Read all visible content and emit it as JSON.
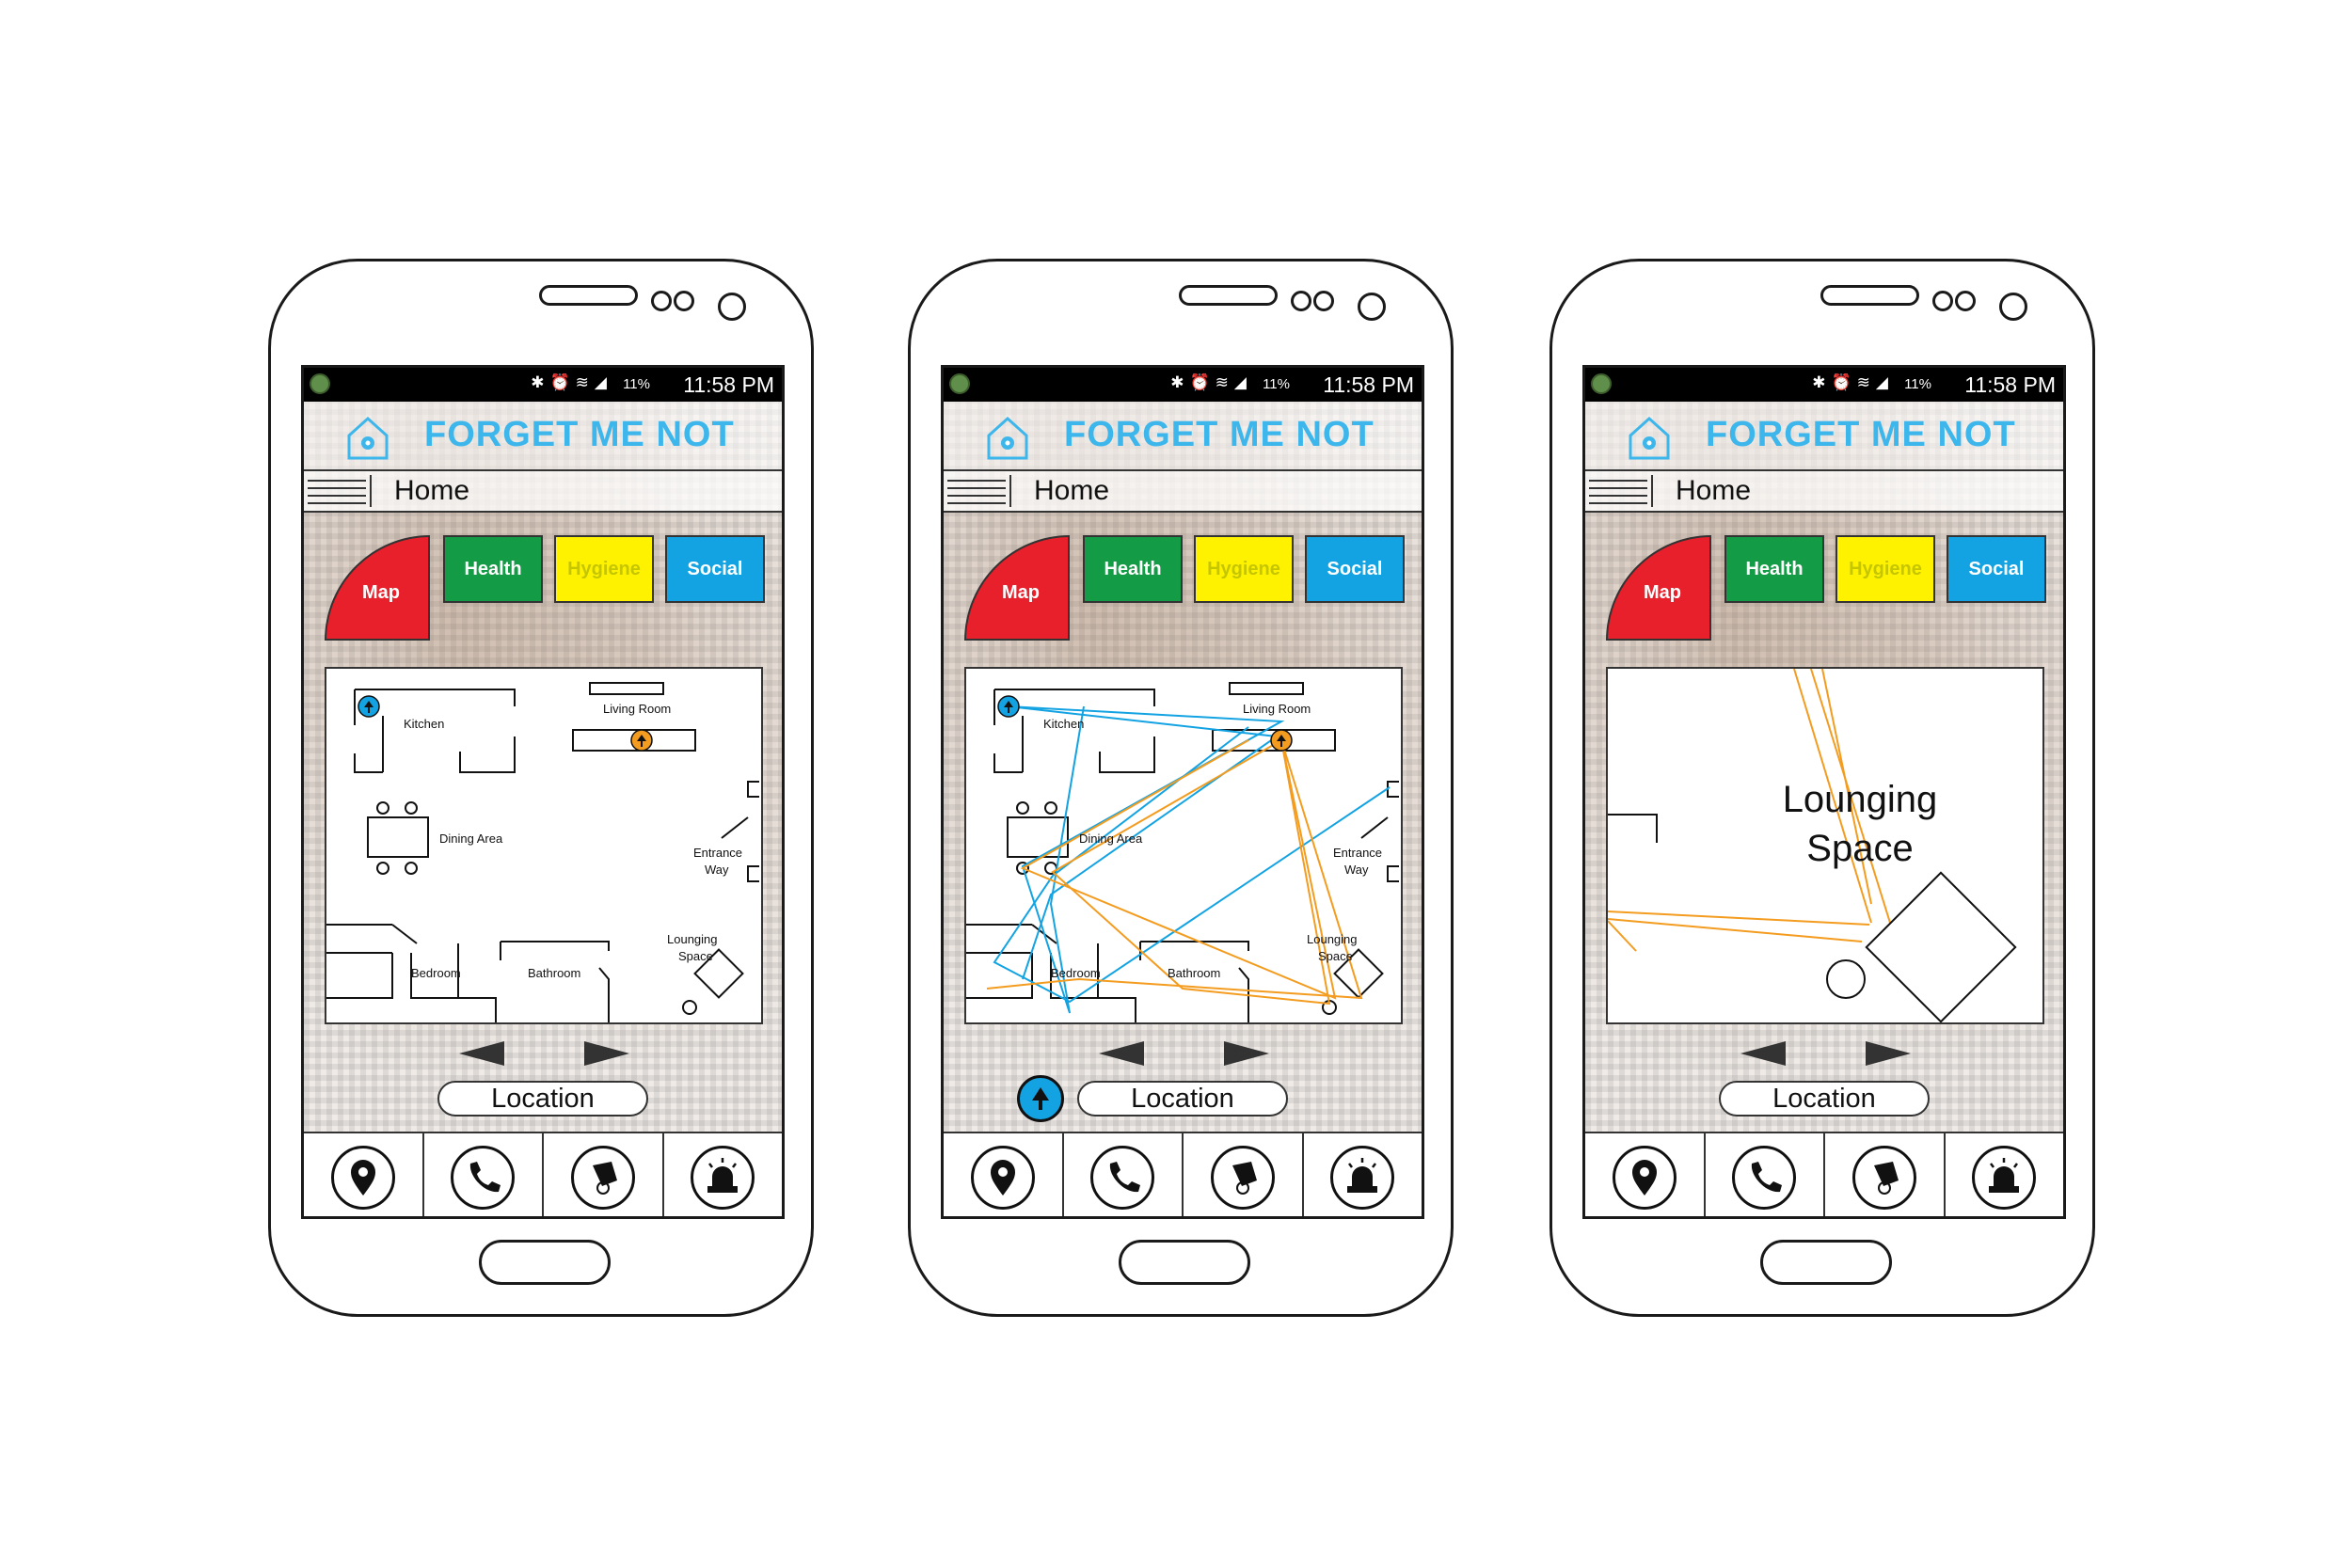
{
  "status": {
    "battery": "11%",
    "time": "11:58 PM",
    "icons": [
      "bluetooth-icon",
      "alarm-icon",
      "wifi-icon",
      "signal-icon",
      "battery-icon"
    ]
  },
  "app": {
    "title": "FORGET ME NOT",
    "logo": "home-flower-icon"
  },
  "nav": {
    "title": "Home"
  },
  "tabs": {
    "map": "Map",
    "health": "Health",
    "hygiene": "Hygiene",
    "social": "Social"
  },
  "floorplan": {
    "kitchen": "Kitchen",
    "living_room": "Living Room",
    "dining_area": "Dining Area",
    "entrance_1": "Entrance",
    "entrance_2": "Way",
    "lounging_1": "Lounging",
    "lounging_2": "Space",
    "bedroom": "Bedroom",
    "bathroom": "Bathroom"
  },
  "zoom": {
    "line1": "Lounging",
    "line2": "Space"
  },
  "location_button": "Location",
  "bottom_nav": [
    "map-pin-icon",
    "phone-icon",
    "medal-icon",
    "alarm-siren-icon"
  ],
  "colors": {
    "brand": "#3db6ec",
    "map": "#e8202b",
    "health": "#149b46",
    "hygiene": "#fff200",
    "social": "#13a3e2",
    "marker_person": "#13a3e2",
    "marker_carer": "#f39c1f"
  }
}
